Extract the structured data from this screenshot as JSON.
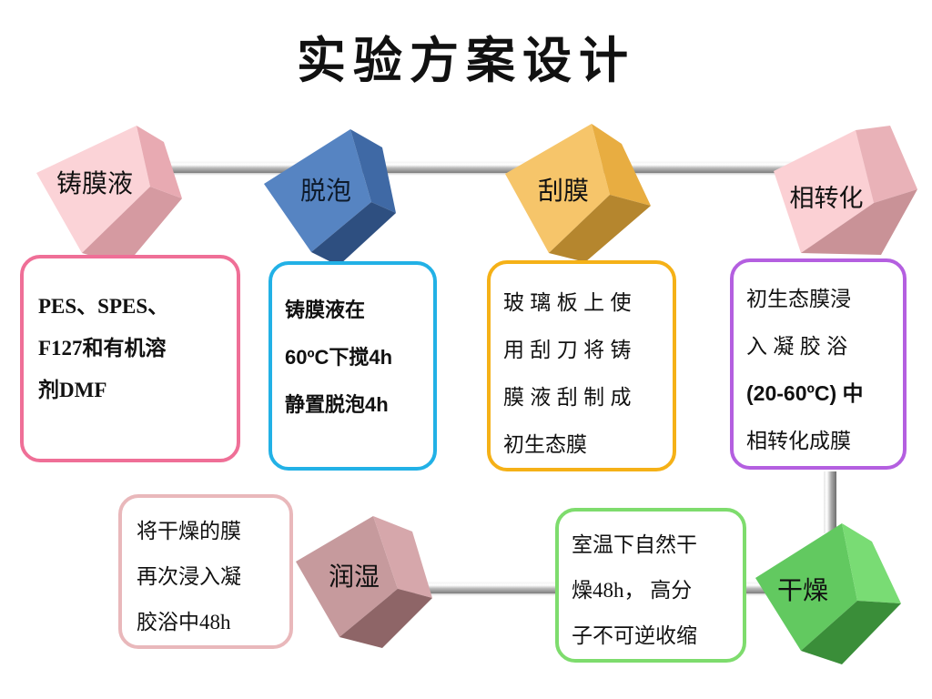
{
  "title": "实验方案设计",
  "steps": [
    {
      "label": "铸膜液"
    },
    {
      "label": "脱泡"
    },
    {
      "label": "刮膜"
    },
    {
      "label": "相转化"
    },
    {
      "label": "干燥"
    },
    {
      "label": "润湿"
    }
  ],
  "details": [
    {
      "lines": [
        "PES、SPES、",
        "F127和有机溶",
        "剂DMF"
      ]
    },
    {
      "lines": [
        "铸膜液在",
        "60ºC下搅4h",
        "静置脱泡4h"
      ]
    },
    {
      "lines": [
        "玻 璃 板 上 使",
        "用 刮 刀 将 铸",
        "膜 液 刮 制 成",
        "初生态膜"
      ]
    },
    {
      "lines": [
        "初生态膜浸",
        "入 凝 胶 浴",
        "(20-60ºC)  中",
        "相转化成膜"
      ]
    },
    {
      "lines": [
        "室温下自然干",
        "燥48h， 高分",
        "子不可逆收缩"
      ]
    },
    {
      "lines": [
        "将干燥的膜",
        "再次浸入凝",
        "胶浴中48h"
      ]
    }
  ],
  "colors": {
    "cube_pink": "#f6b9c0",
    "cube_blue": "#4f7fbf",
    "cube_orange": "#f3bf5b",
    "cube_green": "#5ccb5a",
    "cube_mauve": "#c9999c",
    "border_pink": "#ef6f97",
    "border_cyan": "#22b1e6",
    "border_orange": "#f5b117",
    "border_purple": "#b45fe0",
    "border_green": "#7edc6d",
    "border_lightpink": "#e9b8bb"
  }
}
